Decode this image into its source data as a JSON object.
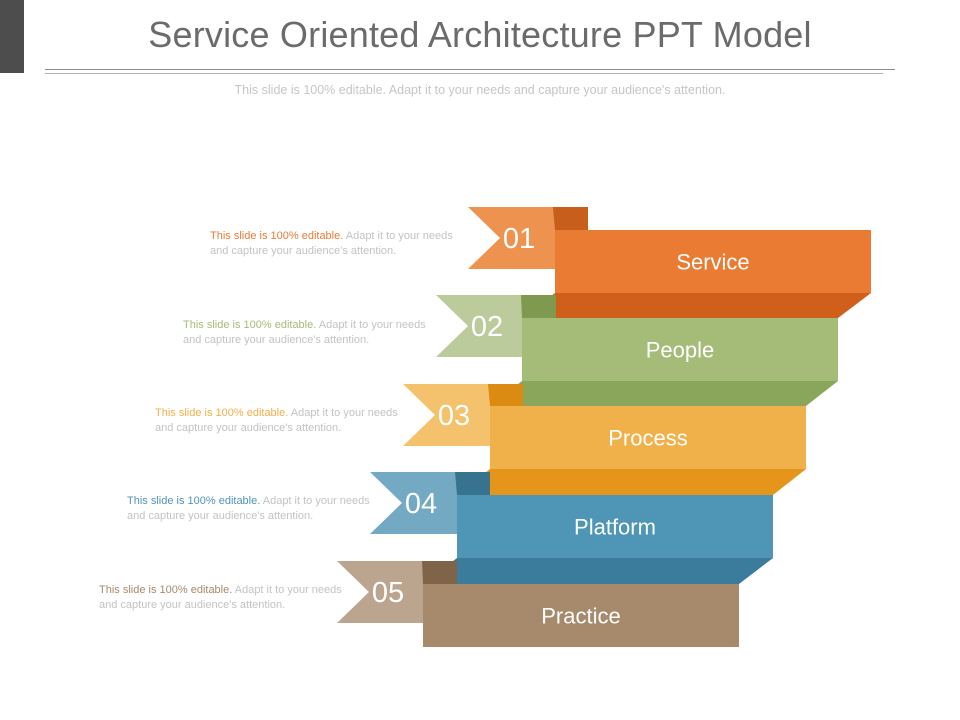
{
  "header": {
    "title": "Service Oriented Architecture PPT Model",
    "subtitle": "This slide is 100% editable. Adapt it to your needs and capture your audience's attention."
  },
  "steps": [
    {
      "number": "01",
      "label": "Service",
      "desc_highlight": "This slide is 100% editable.",
      "desc_text": "Adapt it to your needs and capture your audience's attention.",
      "colors": {
        "main": "#e97b33",
        "dark": "#d05f1c",
        "tab": "#ee9250",
        "tabfold": "#c75e1b"
      }
    },
    {
      "number": "02",
      "label": "People",
      "desc_highlight": "This slide is 100% editable.",
      "desc_text": "Adapt it to your needs and capture your audience's attention.",
      "colors": {
        "main": "#a5bb78",
        "dark": "#8aa65a",
        "tab": "#bccb9c",
        "tabfold": "#7f9a4f"
      }
    },
    {
      "number": "03",
      "label": "Process",
      "desc_highlight": "This slide is 100% editable.",
      "desc_text": "Adapt it to your needs and capture your audience's attention.",
      "colors": {
        "main": "#f0b04a",
        "dark": "#e5951a",
        "tab": "#f4c16c",
        "tabfold": "#db8b12"
      }
    },
    {
      "number": "04",
      "label": "Platform",
      "desc_highlight": "This slide is 100% editable.",
      "desc_text": "Adapt it to your needs and capture your audience's attention.",
      "colors": {
        "main": "#4f95b5",
        "dark": "#3b7c9c",
        "tab": "#73a9c3",
        "tabfold": "#37728f"
      }
    },
    {
      "number": "05",
      "label": "Practice",
      "desc_highlight": "This slide is 100% editable.",
      "desc_text": "Adapt it to your needs and capture your audience's attention.",
      "colors": {
        "main": "#a78a6c",
        "dark": "#8a6c50",
        "tab": "#bba58f",
        "tabfold": "#806449"
      }
    }
  ]
}
